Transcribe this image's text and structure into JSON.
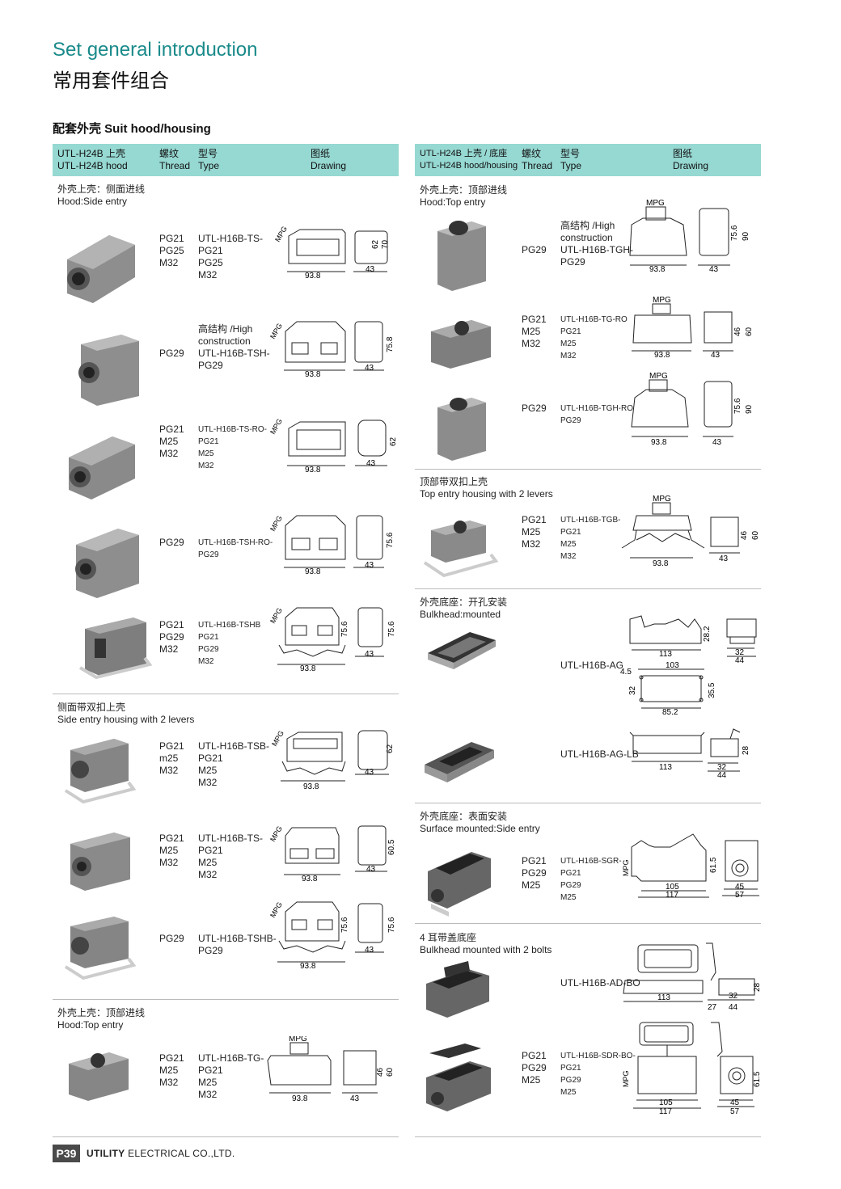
{
  "header": {
    "title_en": "Set general introduction",
    "title_cn": "常用套件组合"
  },
  "section": {
    "title": "配套外壳  Suit hood/housing"
  },
  "left": {
    "head": {
      "c1a": "UTL-H24B 上壳",
      "c1b": "UTL-H24B hood",
      "c2a": "螺纹",
      "c2b": "Thread",
      "c3a": "型号",
      "c3b": "Type",
      "c4a": "图纸",
      "c4b": "Drawing"
    },
    "sub1": {
      "cn": "外壳上壳：侧面进线",
      "en": "Hood:Side entry"
    },
    "sub2": {
      "cn": "侧面带双扣上壳",
      "en": "Side entry housing with 2 levers"
    },
    "sub3": {
      "cn": "外壳上壳：顶部进线",
      "en": "Hood:Top entry"
    },
    "rows": [
      {
        "threads": "PG21\nPG25\nM32",
        "type": "UTL-H16B-TS-\nPG21\nPG25\nM32",
        "dims": [
          "93.8",
          "43",
          "62",
          "70"
        ],
        "mpg": "MPG"
      },
      {
        "threads": "PG29",
        "type": "高结构 /High\nconstruction\nUTL-H16B-TSH-\nPG29",
        "dims": [
          "93.8",
          "43",
          "75.8"
        ],
        "mpg": "MPG"
      },
      {
        "threads": "PG21\nM25\nM32",
        "type": "UTL-H16B-TS-RO-\nPG21\nM25\nM32",
        "dims": [
          "93.8",
          "43",
          "62"
        ],
        "mpg": "MPG"
      },
      {
        "threads": "PG29",
        "type": "UTL-H16B-TSH-RO-\nPG29",
        "dims": [
          "93.8",
          "43",
          "75.6"
        ],
        "mpg": "MPG"
      },
      {
        "threads": "PG21\nPG29\nM32",
        "type": "UTL-H16B-TSHB\nPG21\nPG29\nM32",
        "dims": [
          "93.8",
          "43",
          "75.6",
          "75.6"
        ],
        "mpg": "MPG"
      },
      {
        "threads": "PG21\nm25\nM32",
        "type": "UTL-H16B-TSB-\nPG21\nM25\nM32",
        "dims": [
          "93.8",
          "43",
          "62"
        ],
        "mpg": "MPG"
      },
      {
        "threads": "PG21\nM25\nM32",
        "type": "UTL-H16B-TS-\nPG21\nM25\nM32",
        "dims": [
          "93.8",
          "43",
          "60.5"
        ],
        "mpg": "MPG"
      },
      {
        "threads": "PG29",
        "type": "UTL-H16B-TSHB-\nPG29",
        "dims": [
          "93.8",
          "43",
          "75.6",
          "75.6"
        ],
        "mpg": "MPG"
      },
      {
        "threads": "PG21\nM25\nM32",
        "type": "UTL-H16B-TG-\nPG21\nM25\nM32",
        "dims": [
          "93.8",
          "43",
          "46",
          "60"
        ],
        "mpg": "MPG"
      }
    ]
  },
  "right": {
    "head": {
      "c1a": "UTL-H24B 上壳 / 底座",
      "c1b": "UTL-H24B hood/housing",
      "c2a": "螺纹",
      "c2b": "Thread",
      "c3a": "型号",
      "c3b": "Type",
      "c4a": "图纸",
      "c4b": "Drawing"
    },
    "sub1": {
      "cn": "外壳上壳：顶部进线",
      "en": "Hood:Top entry"
    },
    "sub2": {
      "cn": "顶部带双扣上壳",
      "en": "Top entry housing with 2 levers"
    },
    "sub3": {
      "cn": "外壳底座：开孔安装",
      "en": "Bulkhead:mounted"
    },
    "sub4": {
      "cn": "外壳底座：表面安装",
      "en": "Surface mounted:Side entry"
    },
    "sub5": {
      "cn": "4 耳带盖底座",
      "en": "Bulkhead mounted with 2 bolts"
    },
    "rows": [
      {
        "threads": "PG29",
        "type": "高结构 /High\nconstruction\nUTL-H16B-TGH-\nPG29",
        "dims": [
          "93.8",
          "43",
          "75.6",
          "90"
        ],
        "mpg": "MPG"
      },
      {
        "threads": "PG21\nM25\nM32",
        "type": "UTL-H16B-TG-RO\nPG21\nM25\nM32",
        "dims": [
          "93.8",
          "43",
          "46",
          "60"
        ],
        "mpg": "MPG"
      },
      {
        "threads": "PG29",
        "type": "UTL-H16B-TGH-RO\nPG29",
        "dims": [
          "93.8",
          "43",
          "75.6",
          "90"
        ],
        "mpg": "MPG"
      },
      {
        "threads": "PG21\nM25\nM32",
        "type": "UTL-H16B-TGB-\nPG21\nM25\nM32",
        "dims": [
          "93.8",
          "43",
          "46",
          "60"
        ],
        "mpg": "MPG"
      },
      {
        "threads": "",
        "type": "UTL-H16B-AG",
        "dims": [
          "113",
          "28.2",
          "32",
          "44",
          "103",
          "4.5",
          "32",
          "35.5",
          "85.2"
        ],
        "mpg": ""
      },
      {
        "threads": "",
        "type": "UTL-H16B-AG-LB",
        "dims": [
          "113",
          "32",
          "44",
          "28"
        ],
        "mpg": ""
      },
      {
        "threads": "PG21\nPG29\nM25",
        "type": "UTL-H16B-SGR-\nPG21\nPG29\nM25",
        "dims": [
          "105",
          "117",
          "61.5",
          "45",
          "57"
        ],
        "mpg": "MPG"
      },
      {
        "threads": "",
        "type": "UTL-H16B-AD-BO",
        "dims": [
          "113",
          "27",
          "32",
          "44",
          "28"
        ],
        "mpg": ""
      },
      {
        "threads": "PG21\nPG29\nM25",
        "type": "UTL-H16B-SDR-BO-\nPG21\nPG29\nM25",
        "dims": [
          "105",
          "117",
          "45",
          "57",
          "61.5"
        ],
        "mpg": "MPG"
      }
    ]
  },
  "footer": {
    "page": "P39",
    "company_bold": "UTILITY",
    "company_rest": " ELECTRICAL CO.,LTD."
  },
  "colors": {
    "accent": "#1a8a8a",
    "header_bg": "#96d8d2",
    "badge_bg": "#4a4a4a"
  }
}
